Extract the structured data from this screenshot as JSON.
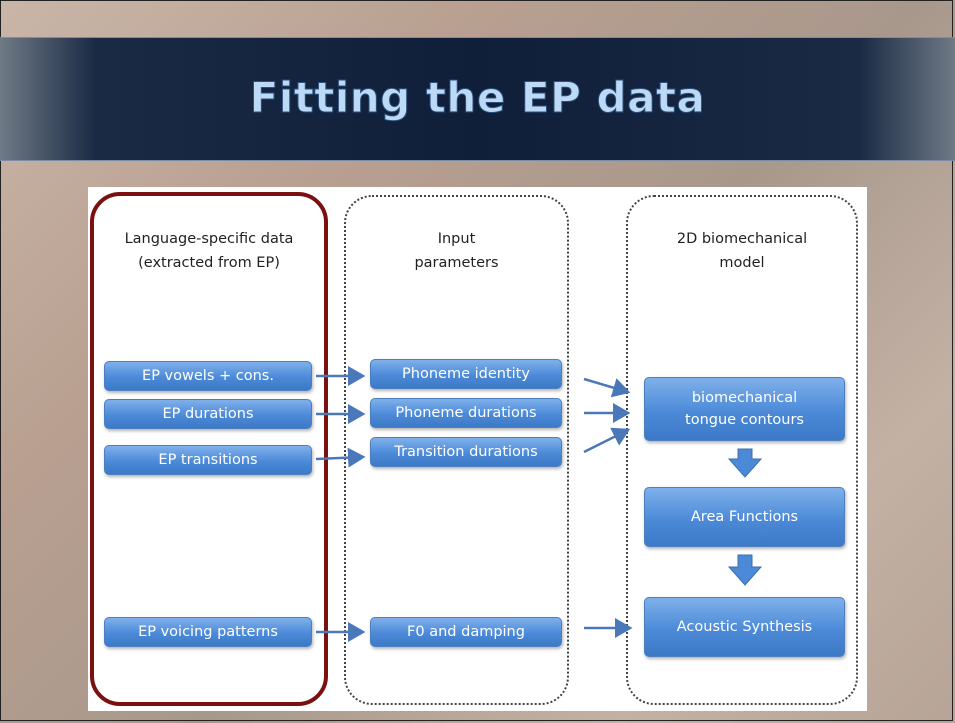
{
  "slide": {
    "title": "Fitting the EP data"
  },
  "diagram": {
    "columns": [
      {
        "heading": "Language-specific data\n(extracted from EP)"
      },
      {
        "heading": "Input\nparameters"
      },
      {
        "heading": "2D biomechanical\nmodel"
      }
    ],
    "left_boxes": [
      "EP vowels + cons.",
      "EP durations",
      "EP transitions",
      "EP voicing patterns"
    ],
    "mid_boxes": [
      "Phoneme identity",
      "Phoneme durations",
      "Transition durations",
      "F0 and damping"
    ],
    "right_boxes": [
      "biomechanical\ntongue contours",
      "Area Functions",
      "Acoustic Synthesis"
    ],
    "colors": {
      "highlight_border": "#7a1010",
      "box_fill": "#4c8ad8",
      "arrow": "#4a78b8",
      "title_text": "#bcd9f5",
      "banner": "#0f1f3a"
    }
  }
}
